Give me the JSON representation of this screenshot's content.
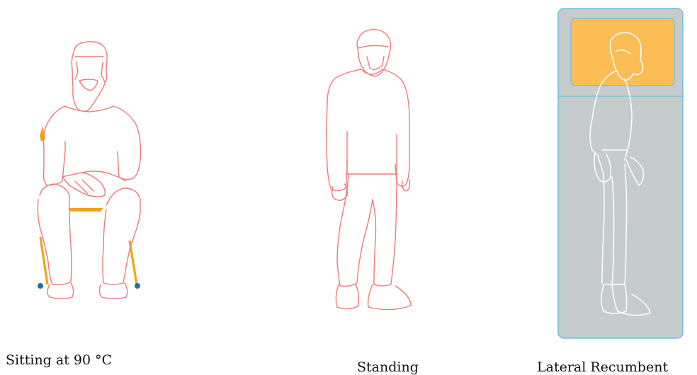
{
  "captions": {
    "sitting": "Sitting at 90 °C",
    "standing": "Standing",
    "lateral": "Lateral Recumbent"
  },
  "colors": {
    "figure_outline": "#f07a7a",
    "chair": "#f2a31b",
    "chair_feet": "#1f6fae",
    "bed_frame": "#6cbfe6",
    "bed_surface": "#c6cbcb",
    "pillow": "#fdbd55",
    "lying_outline": "#ffffff"
  }
}
